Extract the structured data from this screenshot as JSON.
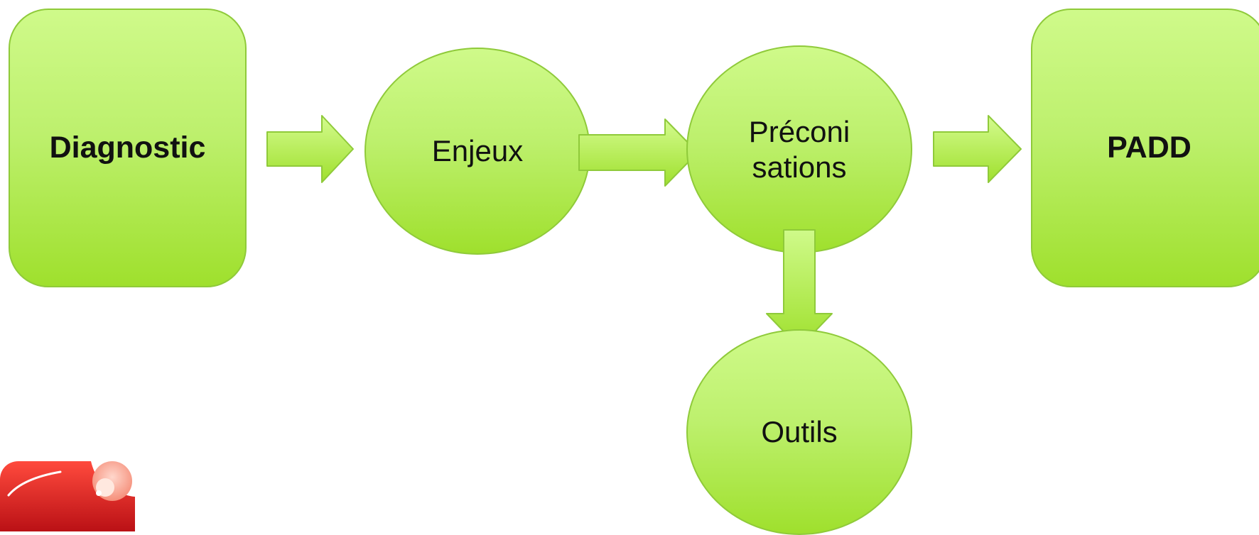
{
  "diagram": {
    "nodes": {
      "diagnostic": "Diagnostic",
      "enjeux": "Enjeux",
      "preconisations": "Préconi\nsations",
      "outils": "Outils",
      "padd": "PADD"
    },
    "colors": {
      "fill_top": "#cffa8a",
      "fill_bottom": "#9fe02d",
      "stroke": "#8fca3a"
    }
  },
  "logo": {
    "icon": "red-rounded-square-with-circles-logo",
    "color": "#d41d1d"
  }
}
